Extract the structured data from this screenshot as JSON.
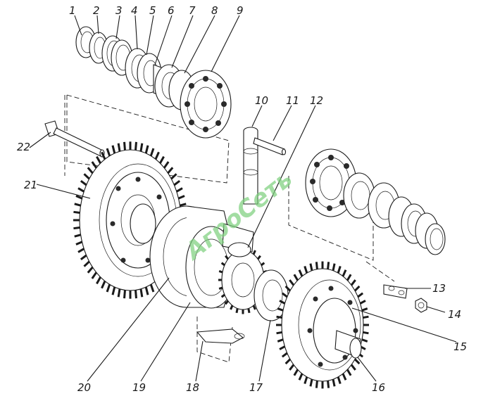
{
  "watermark": "АгроСеть",
  "part_labels": [
    "1",
    "2",
    "3",
    "4",
    "5",
    "6",
    "7",
    "8",
    "9",
    "10",
    "11",
    "12",
    "13",
    "14",
    "15",
    "16",
    "17",
    "18",
    "19",
    "20",
    "21",
    "22"
  ]
}
